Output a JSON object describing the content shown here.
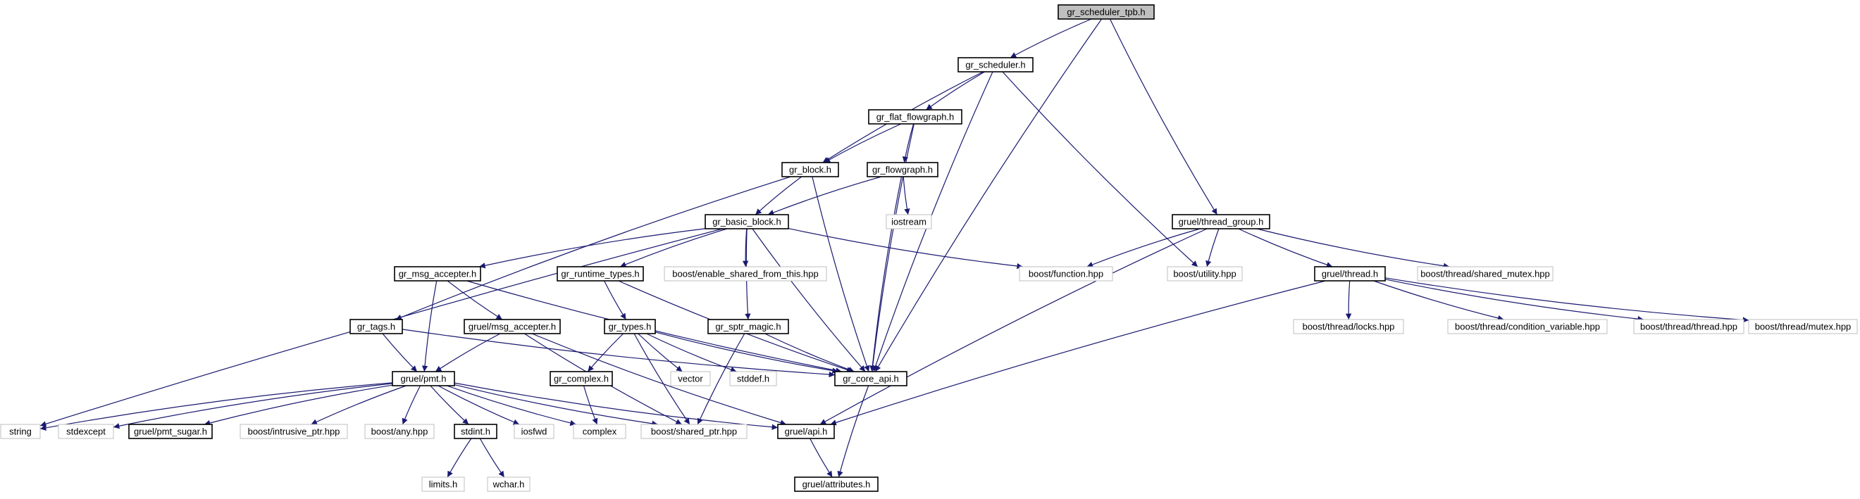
{
  "graph": {
    "colors": {
      "edge": "#191970",
      "box_border": "#000000",
      "external_border": "#bfbfbf",
      "root_fill": "#bfbfbf",
      "text": "#000000"
    },
    "nodes": [
      {
        "id": "n0",
        "label": "gr_scheduler_tpb.h",
        "kind": "root"
      },
      {
        "id": "n1",
        "label": "gr_scheduler.h",
        "kind": "doc"
      },
      {
        "id": "n2",
        "label": "gr_flat_flowgraph.h",
        "kind": "doc"
      },
      {
        "id": "n3",
        "label": "gr_block.h",
        "kind": "doc"
      },
      {
        "id": "n4",
        "label": "gr_flowgraph.h",
        "kind": "doc"
      },
      {
        "id": "n5",
        "label": "gr_basic_block.h",
        "kind": "doc"
      },
      {
        "id": "n6",
        "label": "iostream",
        "kind": "ext"
      },
      {
        "id": "n7",
        "label": "gruel/thread_group.h",
        "kind": "doc"
      },
      {
        "id": "n8",
        "label": "gr_msg_accepter.h",
        "kind": "doc"
      },
      {
        "id": "n9",
        "label": "gr_runtime_types.h",
        "kind": "doc"
      },
      {
        "id": "n10",
        "label": "boost/enable_shared_from_this.hpp",
        "kind": "ext"
      },
      {
        "id": "n11",
        "label": "boost/function.hpp",
        "kind": "ext"
      },
      {
        "id": "n12",
        "label": "boost/utility.hpp",
        "kind": "ext"
      },
      {
        "id": "n13",
        "label": "gruel/thread.h",
        "kind": "doc"
      },
      {
        "id": "n14",
        "label": "boost/thread/shared_mutex.hpp",
        "kind": "ext"
      },
      {
        "id": "n15",
        "label": "gr_tags.h",
        "kind": "doc"
      },
      {
        "id": "n16",
        "label": "gruel/msg_accepter.h",
        "kind": "doc"
      },
      {
        "id": "n17",
        "label": "gr_types.h",
        "kind": "doc"
      },
      {
        "id": "n18",
        "label": "gr_sptr_magic.h",
        "kind": "doc"
      },
      {
        "id": "n19",
        "label": "boost/thread/locks.hpp",
        "kind": "ext"
      },
      {
        "id": "n20",
        "label": "boost/thread/condition_variable.hpp",
        "kind": "ext"
      },
      {
        "id": "n21",
        "label": "boost/thread/thread.hpp",
        "kind": "ext"
      },
      {
        "id": "n22",
        "label": "boost/thread/mutex.hpp",
        "kind": "ext"
      },
      {
        "id": "n23",
        "label": "gruel/pmt.h",
        "kind": "doc"
      },
      {
        "id": "n24",
        "label": "gr_complex.h",
        "kind": "doc"
      },
      {
        "id": "n25",
        "label": "vector",
        "kind": "ext"
      },
      {
        "id": "n26",
        "label": "stddef.h",
        "kind": "ext"
      },
      {
        "id": "n27",
        "label": "gr_core_api.h",
        "kind": "doc"
      },
      {
        "id": "n28",
        "label": "string",
        "kind": "ext"
      },
      {
        "id": "n29",
        "label": "stdexcept",
        "kind": "ext"
      },
      {
        "id": "n30",
        "label": "gruel/pmt_sugar.h",
        "kind": "doc"
      },
      {
        "id": "n31",
        "label": "boost/intrusive_ptr.hpp",
        "kind": "ext"
      },
      {
        "id": "n32",
        "label": "boost/any.hpp",
        "kind": "ext"
      },
      {
        "id": "n33",
        "label": "stdint.h",
        "kind": "doc"
      },
      {
        "id": "n34",
        "label": "iosfwd",
        "kind": "ext"
      },
      {
        "id": "n35",
        "label": "complex",
        "kind": "ext"
      },
      {
        "id": "n36",
        "label": "boost/shared_ptr.hpp",
        "kind": "ext"
      },
      {
        "id": "n37",
        "label": "gruel/api.h",
        "kind": "doc"
      },
      {
        "id": "n38",
        "label": "limits.h",
        "kind": "ext"
      },
      {
        "id": "n39",
        "label": "wchar.h",
        "kind": "ext"
      },
      {
        "id": "n40",
        "label": "gruel/attributes.h",
        "kind": "doc"
      }
    ],
    "edges": [
      [
        "n0",
        "n1"
      ],
      [
        "n0",
        "n7"
      ],
      [
        "n0",
        "n27"
      ],
      [
        "n1",
        "n2"
      ],
      [
        "n1",
        "n3"
      ],
      [
        "n1",
        "n12"
      ],
      [
        "n1",
        "n27"
      ],
      [
        "n2",
        "n3"
      ],
      [
        "n2",
        "n4"
      ],
      [
        "n2",
        "n27"
      ],
      [
        "n3",
        "n5"
      ],
      [
        "n3",
        "n15"
      ],
      [
        "n3",
        "n27"
      ],
      [
        "n4",
        "n5"
      ],
      [
        "n4",
        "n6"
      ],
      [
        "n4",
        "n27"
      ],
      [
        "n5",
        "n8"
      ],
      [
        "n5",
        "n9"
      ],
      [
        "n5",
        "n10"
      ],
      [
        "n5",
        "n11"
      ],
      [
        "n5",
        "n18"
      ],
      [
        "n5",
        "n27"
      ],
      [
        "n5",
        "n28"
      ],
      [
        "n7",
        "n11"
      ],
      [
        "n7",
        "n12"
      ],
      [
        "n7",
        "n13"
      ],
      [
        "n7",
        "n14"
      ],
      [
        "n7",
        "n37"
      ],
      [
        "n8",
        "n16"
      ],
      [
        "n8",
        "n23"
      ],
      [
        "n8",
        "n27"
      ],
      [
        "n9",
        "n17"
      ],
      [
        "n9",
        "n27"
      ],
      [
        "n13",
        "n19"
      ],
      [
        "n13",
        "n20"
      ],
      [
        "n13",
        "n21"
      ],
      [
        "n13",
        "n22"
      ],
      [
        "n13",
        "n37"
      ],
      [
        "n15",
        "n23"
      ],
      [
        "n15",
        "n27"
      ],
      [
        "n16",
        "n23"
      ],
      [
        "n16",
        "n36"
      ],
      [
        "n16",
        "n37"
      ],
      [
        "n17",
        "n24"
      ],
      [
        "n17",
        "n25"
      ],
      [
        "n17",
        "n26"
      ],
      [
        "n17",
        "n27"
      ],
      [
        "n17",
        "n36"
      ],
      [
        "n18",
        "n27"
      ],
      [
        "n18",
        "n36"
      ],
      [
        "n23",
        "n28"
      ],
      [
        "n23",
        "n29"
      ],
      [
        "n23",
        "n30"
      ],
      [
        "n23",
        "n31"
      ],
      [
        "n23",
        "n32"
      ],
      [
        "n23",
        "n33"
      ],
      [
        "n23",
        "n34"
      ],
      [
        "n23",
        "n35"
      ],
      [
        "n23",
        "n36"
      ],
      [
        "n23",
        "n37"
      ],
      [
        "n24",
        "n35"
      ],
      [
        "n27",
        "n40"
      ],
      [
        "n33",
        "n38"
      ],
      [
        "n33",
        "n39"
      ],
      [
        "n37",
        "n40"
      ]
    ]
  }
}
